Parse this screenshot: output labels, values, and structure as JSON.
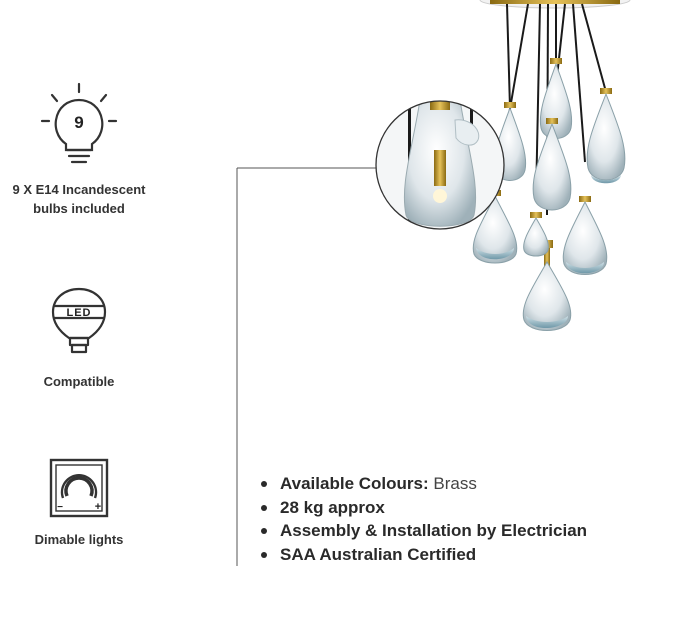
{
  "features": [
    {
      "icon": "bulb-number-icon",
      "icon_text": "9",
      "line1": "9 X E14 Incandescent",
      "line2": "bulbs included"
    },
    {
      "icon": "led-bulb-icon",
      "icon_text": "LED",
      "line1": "Compatible"
    },
    {
      "icon": "dimmer-icon",
      "minus": "−",
      "plus": "+",
      "line1": "Dimable lights"
    }
  ],
  "specs": [
    {
      "label": "Available Colours:",
      "value": "Brass"
    },
    {
      "label": "28 kg approx"
    },
    {
      "label": "Assembly & Installation by Electrician"
    },
    {
      "label": "SAA Australian Certified"
    }
  ],
  "colors": {
    "brass": "#c9a227",
    "glass_tint": "#7fa9b8",
    "text": "#2a2a2a"
  }
}
